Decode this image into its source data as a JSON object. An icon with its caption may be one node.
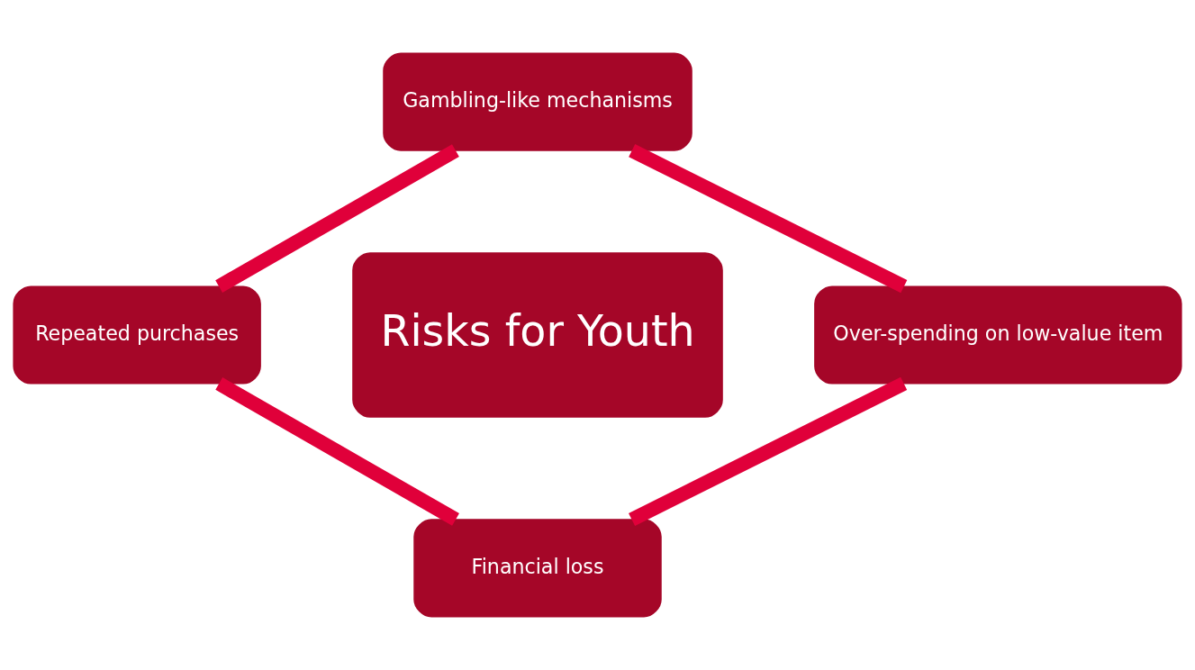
{
  "diagram": {
    "nodes": [
      {
        "text": [
          "Gambling-like mechanisms"
        ]
      },
      {
        "text": [
          "Repeated purchases"
        ]
      },
      {
        "text": [
          "Risks for Youth"
        ]
      },
      {
        "text": [
          "Over-spending on low-value item"
        ]
      },
      {
        "text": [
          "Financial loss"
        ]
      }
    ],
    "edges": [
      {
        "from": 0,
        "to": 3,
        "arrow": "none"
      },
      {
        "from": 3,
        "to": 4,
        "arrow": "none"
      },
      {
        "from": 4,
        "to": 1,
        "arrow": "none"
      },
      {
        "from": 1,
        "to": 0,
        "arrow": "none"
      }
    ]
  }
}
